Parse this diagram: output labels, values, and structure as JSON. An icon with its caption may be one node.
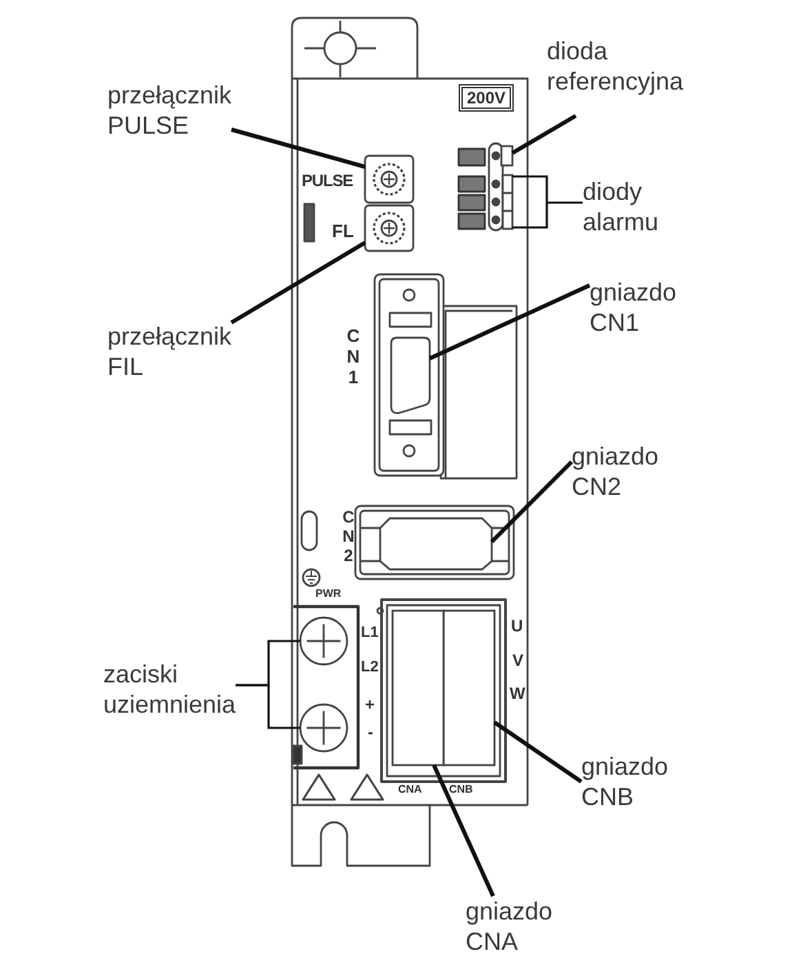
{
  "diagram": {
    "nodes": [
      {
        "text": [
          "dioda referencyjna"
        ]
      },
      {
        "text": [
          "przełącznik PULSE"
        ]
      },
      {
        "text": [
          "diody alarmu"
        ]
      },
      {
        "text": [
          "przełącznik FIL"
        ]
      },
      {
        "text": [
          "gniazdo CN1"
        ]
      },
      {
        "text": [
          "gniazdo CN2"
        ]
      },
      {
        "text": [
          "zaciski uziemnienia"
        ]
      },
      {
        "text": [
          "gniazdo CNB"
        ]
      },
      {
        "text": [
          "gniazdo CNA"
        ]
      },
      {
        "text": [],
        "shape": "box"
      },
      {
        "text": [],
        "shape": "box"
      },
      {
        "text": [],
        "shape": "bar"
      },
      {
        "text": [],
        "shape": "box"
      },
      {
        "text": [],
        "shape": "box"
      },
      {
        "text": [],
        "shape": "box"
      },
      {
        "text": [],
        "shape": "circle"
      },
      {
        "text": [],
        "shape": "circle"
      },
      {
        "text": [],
        "shape": "box"
      },
      {
        "text": [],
        "shape": "box"
      }
    ],
    "edges": [
      {
        "from": 0,
        "to": 9,
        "arrow": "none"
      },
      {
        "from": 1,
        "to": 10,
        "arrow": "none"
      },
      {
        "from": 2,
        "to": 11,
        "arrow": "none"
      },
      {
        "from": 3,
        "to": 12,
        "arrow": "none"
      },
      {
        "from": 4,
        "to": 13,
        "arrow": "none"
      },
      {
        "from": 5,
        "to": 14,
        "arrow": "none"
      },
      {
        "from": 6,
        "to": 15,
        "arrow": "none"
      },
      {
        "from": 6,
        "to": 16,
        "arrow": "none"
      },
      {
        "from": 7,
        "to": 17,
        "arrow": "none"
      },
      {
        "from": 8,
        "to": 18,
        "arrow": "none"
      }
    ],
    "labels": [
      "200V",
      "PULSE",
      "FL",
      "CN1",
      "CN2",
      "PWR",
      "U",
      "L1",
      "V",
      "L2",
      "W",
      "+",
      "-",
      "CNA",
      "CNB"
    ]
  }
}
